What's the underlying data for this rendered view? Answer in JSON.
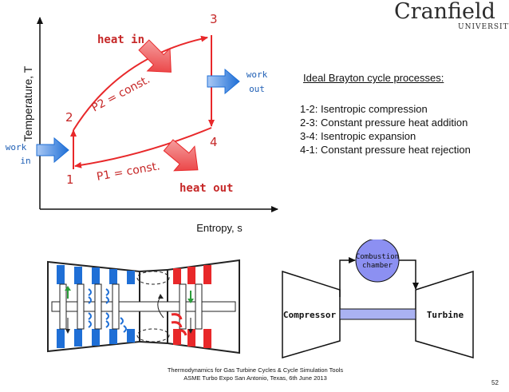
{
  "logo": {
    "name": "Cranfield",
    "sub": "UNIVERSITY"
  },
  "ts_diagram": {
    "y_axis_label": "Temperature, T",
    "x_axis_label": "Entropy, s",
    "points": {
      "p1": "1",
      "p2": "2",
      "p3": "3",
      "p4": "4"
    },
    "isobar_high": "P2 = const.",
    "isobar_low": "P1 = const.",
    "heat_in": "heat in",
    "heat_out": "heat out",
    "work_in": [
      "work",
      "in"
    ],
    "work_out": [
      "work",
      "out"
    ]
  },
  "processes": {
    "title": "Ideal Brayton cycle processes:",
    "items": [
      "1-2: Isentropic compression",
      "2-3: Constant pressure heat addition",
      "3-4: Isentropic expansion",
      "4-1: Constant pressure heat rejection"
    ]
  },
  "engine_schematic": {
    "combustion_chamber": [
      "Combustion",
      "chamber"
    ],
    "compressor": "Compressor",
    "turbine": "Turbine"
  },
  "footer": {
    "line1": "Thermodynamics for Gas Turbine Cycles & Cycle Simulation Tools",
    "line2": "ASME Turbo Expo San Antonio, Texas, 6th June 2013"
  },
  "page_number": "52",
  "colors": {
    "red": "#e8282a",
    "blue": "#1f6fd6",
    "chamber": "#8c90f2",
    "shaft": "#aab2f2"
  }
}
